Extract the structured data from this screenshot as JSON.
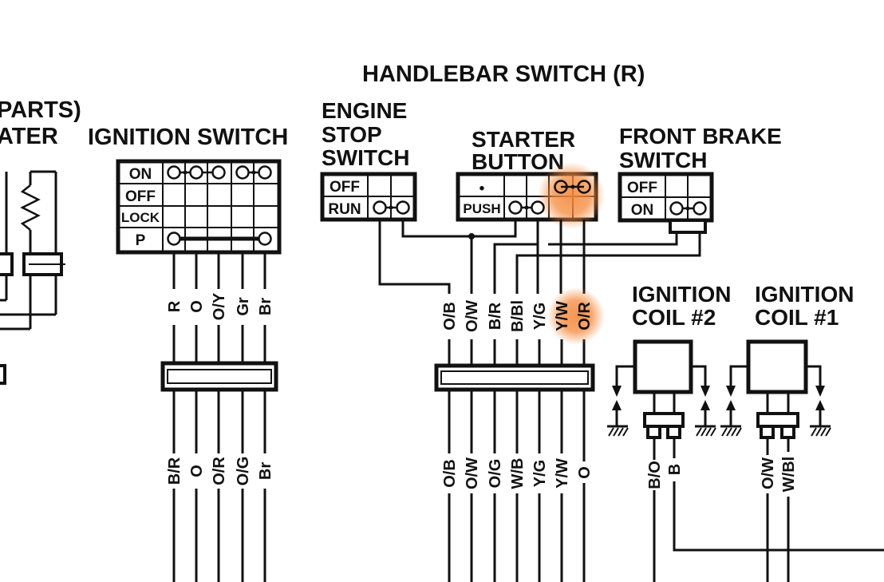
{
  "title": "HANDLEBAR SWITCH (R)",
  "left_fragment": {
    "line1": "PARTS)",
    "line2": "ATER"
  },
  "ignition_switch": {
    "title": "IGNITION SWITCH",
    "rows": [
      "ON",
      "OFF",
      "LOCK",
      "P"
    ],
    "upper_wires": [
      "R",
      "O",
      "O/Y",
      "Gr",
      "Br"
    ],
    "lower_wires": [
      "B/R",
      "O",
      "O/R",
      "O/G",
      "Br"
    ]
  },
  "engine_stop_switch": {
    "title_lines": [
      "ENGINE",
      "STOP",
      "SWITCH"
    ],
    "rows": [
      "OFF",
      "RUN"
    ]
  },
  "starter_button": {
    "title_lines": [
      "STARTER",
      "BUTTON"
    ],
    "rows": [
      "•",
      "PUSH"
    ]
  },
  "front_brake_switch": {
    "title_lines": [
      "FRONT BRAKE",
      "SWITCH"
    ],
    "rows": [
      "OFF",
      "ON"
    ]
  },
  "handlebar_connector": {
    "upper_wires": [
      "O/B",
      "O/W",
      "B/R",
      "B/Bl",
      "Y/G",
      "Y/W",
      "O/R"
    ],
    "lower_wires": [
      "O/B",
      "O/W",
      "O/G",
      "W/B",
      "Y/G",
      "Y/W",
      "O"
    ]
  },
  "ignition_coil_2": {
    "title_lines": [
      "IGNITION",
      "COIL #2"
    ],
    "wires": [
      "B/O",
      "B"
    ]
  },
  "ignition_coil_1": {
    "title_lines": [
      "IGNITION",
      "COIL #1"
    ],
    "wires": [
      "O/W",
      "W/Bl"
    ]
  },
  "highlight_color": "#f58a3c"
}
